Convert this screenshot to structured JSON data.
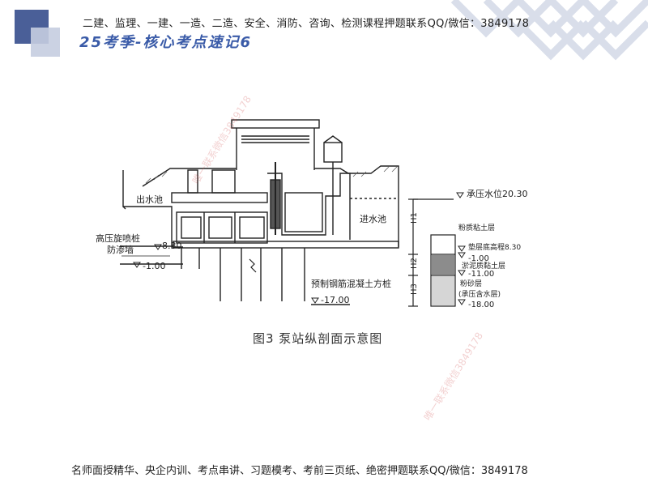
{
  "header": {
    "top_line": "二建、监理、一建、一造、二造、安全、消防、咨询、检测课程押题联系QQ/微信：3849178",
    "subtitle": "25考季-核心考点速记6"
  },
  "figure": {
    "caption": "图3  泵站纵剖面示意图",
    "labels": {
      "outlet_pool": "出水池",
      "inlet_pool": "进水池",
      "cutoff_wall_1": "高压旋喷桩",
      "cutoff_wall_2": "防渗墙",
      "precast_pile": "预制钢筋混凝土方桩",
      "confined_level": "承压水位20.30",
      "silty_clay": "粉质粘土层",
      "cushion_bottom": "垫层底高程8.30",
      "silt_clay": "淤泥质黏土层",
      "silty_sand_1": "粉砂层",
      "silty_sand_2": "(承压含水层)"
    },
    "elevations": {
      "left_830": "8.30",
      "left_m100": "-1.00",
      "pile_m1700": "-17.00",
      "right_m100": "-1.00",
      "right_m1100": "-11.00",
      "right_m1800": "-18.00"
    },
    "dimensions": {
      "h1": "H1",
      "h2": "H2",
      "h3": "H3"
    }
  },
  "watermarks": {
    "wm1": "唯一联系微信3849178",
    "wm2": "唯一联系微信3849178"
  },
  "footer": {
    "bottom_line": "名师面授精华、央企内训、考点串讲、习题模考、考前三页纸、绝密押题联系QQ/微信：3849178"
  },
  "colors": {
    "accent": "#3a5ba8",
    "deco_dark": "#4a5f98",
    "deco_light": "#c5cde0"
  }
}
